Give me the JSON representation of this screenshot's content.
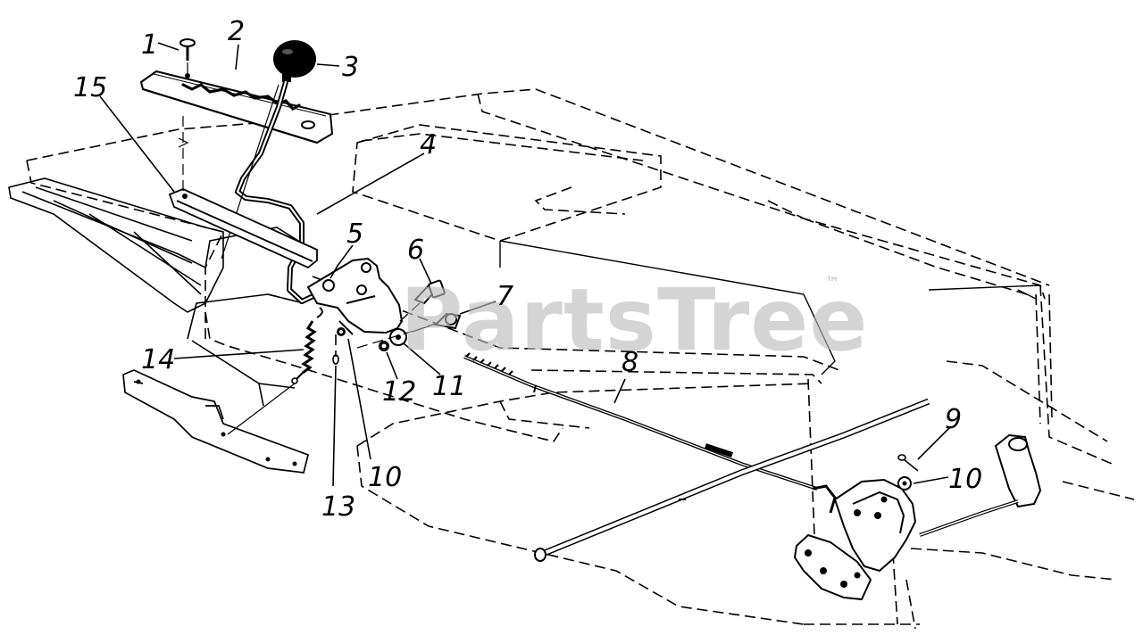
{
  "watermark": {
    "brand": "PartsTree",
    "trademark": "™"
  },
  "callouts": [
    {
      "id": "c1",
      "label": "1"
    },
    {
      "id": "c2",
      "label": "2"
    },
    {
      "id": "c3",
      "label": "3"
    },
    {
      "id": "c4",
      "label": "4"
    },
    {
      "id": "c5",
      "label": "5"
    },
    {
      "id": "c6",
      "label": "6"
    },
    {
      "id": "c7",
      "label": "7"
    },
    {
      "id": "c8",
      "label": "8"
    },
    {
      "id": "c9",
      "label": "9"
    },
    {
      "id": "c10a",
      "label": "10"
    },
    {
      "id": "c10b",
      "label": "10"
    },
    {
      "id": "c11",
      "label": "11"
    },
    {
      "id": "c12",
      "label": "12"
    },
    {
      "id": "c13",
      "label": "13"
    },
    {
      "id": "c14",
      "label": "14"
    },
    {
      "id": "c15",
      "label": "15"
    }
  ],
  "colors": {
    "ink": "#000000",
    "paper": "#ffffff",
    "watermark": "#b9b9b9"
  }
}
